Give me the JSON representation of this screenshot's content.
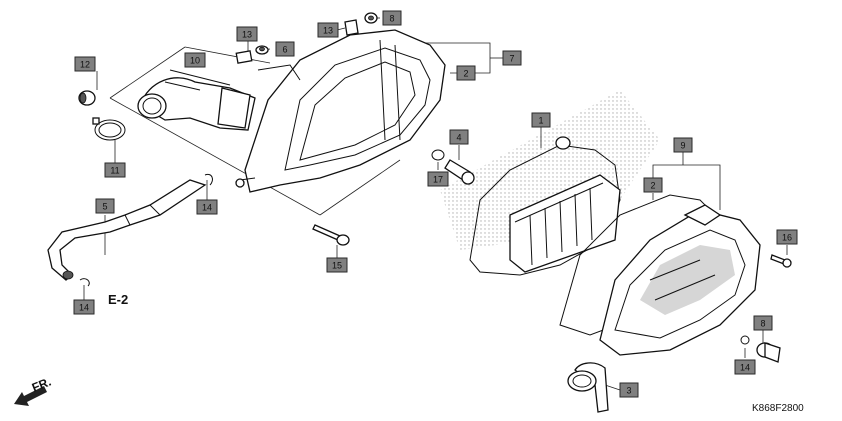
{
  "diagram": {
    "callouts": [
      {
        "id": "c13a",
        "label": "13"
      },
      {
        "id": "c6",
        "label": "6"
      },
      {
        "id": "c13b",
        "label": "13"
      },
      {
        "id": "c8a",
        "label": "8"
      },
      {
        "id": "c7",
        "label": "7"
      },
      {
        "id": "c2a",
        "label": "2"
      },
      {
        "id": "c12",
        "label": "12"
      },
      {
        "id": "c10",
        "label": "10"
      },
      {
        "id": "c11",
        "label": "11"
      },
      {
        "id": "c5",
        "label": "5"
      },
      {
        "id": "c14a",
        "label": "14"
      },
      {
        "id": "c14b",
        "label": "14"
      },
      {
        "id": "c15",
        "label": "15"
      },
      {
        "id": "c1",
        "label": "1"
      },
      {
        "id": "c4",
        "label": "4"
      },
      {
        "id": "c17",
        "label": "17"
      },
      {
        "id": "c9",
        "label": "9"
      },
      {
        "id": "c2b",
        "label": "2"
      },
      {
        "id": "c16",
        "label": "16"
      },
      {
        "id": "c8b",
        "label": "8"
      },
      {
        "id": "c14c",
        "label": "14"
      },
      {
        "id": "c3",
        "label": "3"
      }
    ],
    "reference_label": "E-2",
    "direction_label": "FR.",
    "figure_code": "K868F2800"
  }
}
